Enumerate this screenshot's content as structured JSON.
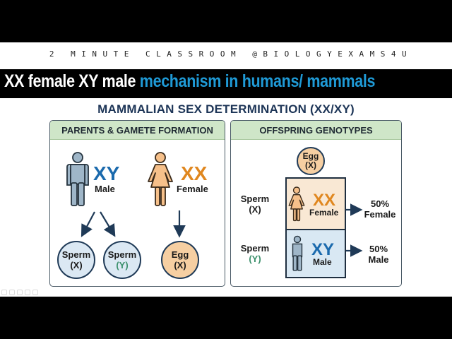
{
  "channel_banner": "2 MINUTE CLASSROOM @BIOLOGYEXAMS4U",
  "video_title": {
    "part1": "XX female XY male",
    "part2": "mechanism in humans/ mammals"
  },
  "diagram": {
    "title": "MAMMALIAN SEX DETERMINATION (XX/XY)",
    "left_panel": {
      "heading": "PARENTS & GAMETE FORMATION",
      "male": {
        "genotype": "XY",
        "label": "Male",
        "icon": "male-figure-icon"
      },
      "female": {
        "genotype": "XX",
        "label": "Female",
        "icon": "female-figure-icon"
      },
      "gametes": [
        {
          "name": "Sperm",
          "chrom": "(X)"
        },
        {
          "name": "Sperm",
          "chrom": "(Y)"
        },
        {
          "name": "Egg",
          "chrom": "(X)"
        }
      ]
    },
    "right_panel": {
      "heading": "OFFSPRING GENOTYPES",
      "egg": {
        "name": "Egg",
        "chrom": "(X)"
      },
      "rows": [
        {
          "sperm": "Sperm",
          "sperm_chrom": "(X)",
          "genotype": "XX",
          "sex": "Female",
          "percent": "50%",
          "result": "Female"
        },
        {
          "sperm": "Sperm",
          "sperm_chrom": "(Y)",
          "genotype": "XY",
          "sex": "Male",
          "percent": "50%",
          "result": "Male"
        }
      ]
    },
    "colors": {
      "male_blue": "#1b6aad",
      "female_orange": "#e0871f",
      "title_blue": "#1f9ad6",
      "panel_header_green": "#cfe6c8",
      "navy": "#1f3a57",
      "y_green": "#3a8f6b"
    }
  }
}
